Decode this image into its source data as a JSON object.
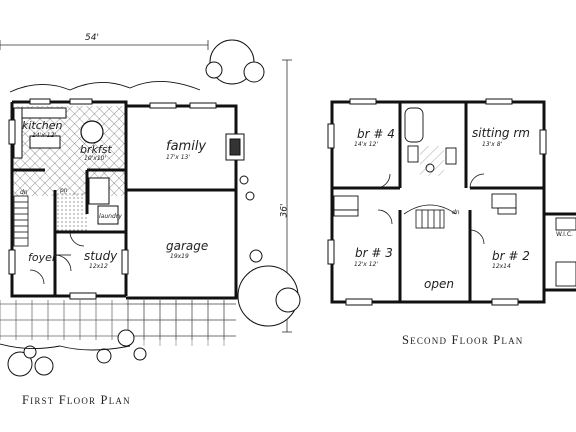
{
  "overall": {
    "width": "54'",
    "depth": "36'"
  },
  "first_floor": {
    "caption": "First Floor Plan",
    "rooms": {
      "kitchen": {
        "name": "kitchen",
        "size": "14'x 12'"
      },
      "brkfst": {
        "name": "brkfst",
        "size": "10'x10'"
      },
      "family": {
        "name": "family",
        "size": "17'x 13'"
      },
      "foyer": {
        "name": "foyer"
      },
      "study": {
        "name": "study",
        "size": "12x12"
      },
      "garage": {
        "name": "garage",
        "size": "19x19"
      },
      "laundry": {
        "name": "laundry"
      },
      "pn": {
        "name": "pn"
      },
      "dn": {
        "name": "dn"
      }
    }
  },
  "second_floor": {
    "caption": "Second Floor Plan",
    "rooms": {
      "br4": {
        "name": "br # 4",
        "size": "14'x 12'"
      },
      "sitting": {
        "name": "sitting rm",
        "size": "13'x 8'"
      },
      "br3": {
        "name": "br # 3",
        "size": "12'x 12'"
      },
      "br2": {
        "name": "br # 2",
        "size": "12x14"
      },
      "open": {
        "name": "open"
      },
      "wic": {
        "name": "W.I.C."
      },
      "dn": {
        "name": "dn"
      }
    }
  }
}
